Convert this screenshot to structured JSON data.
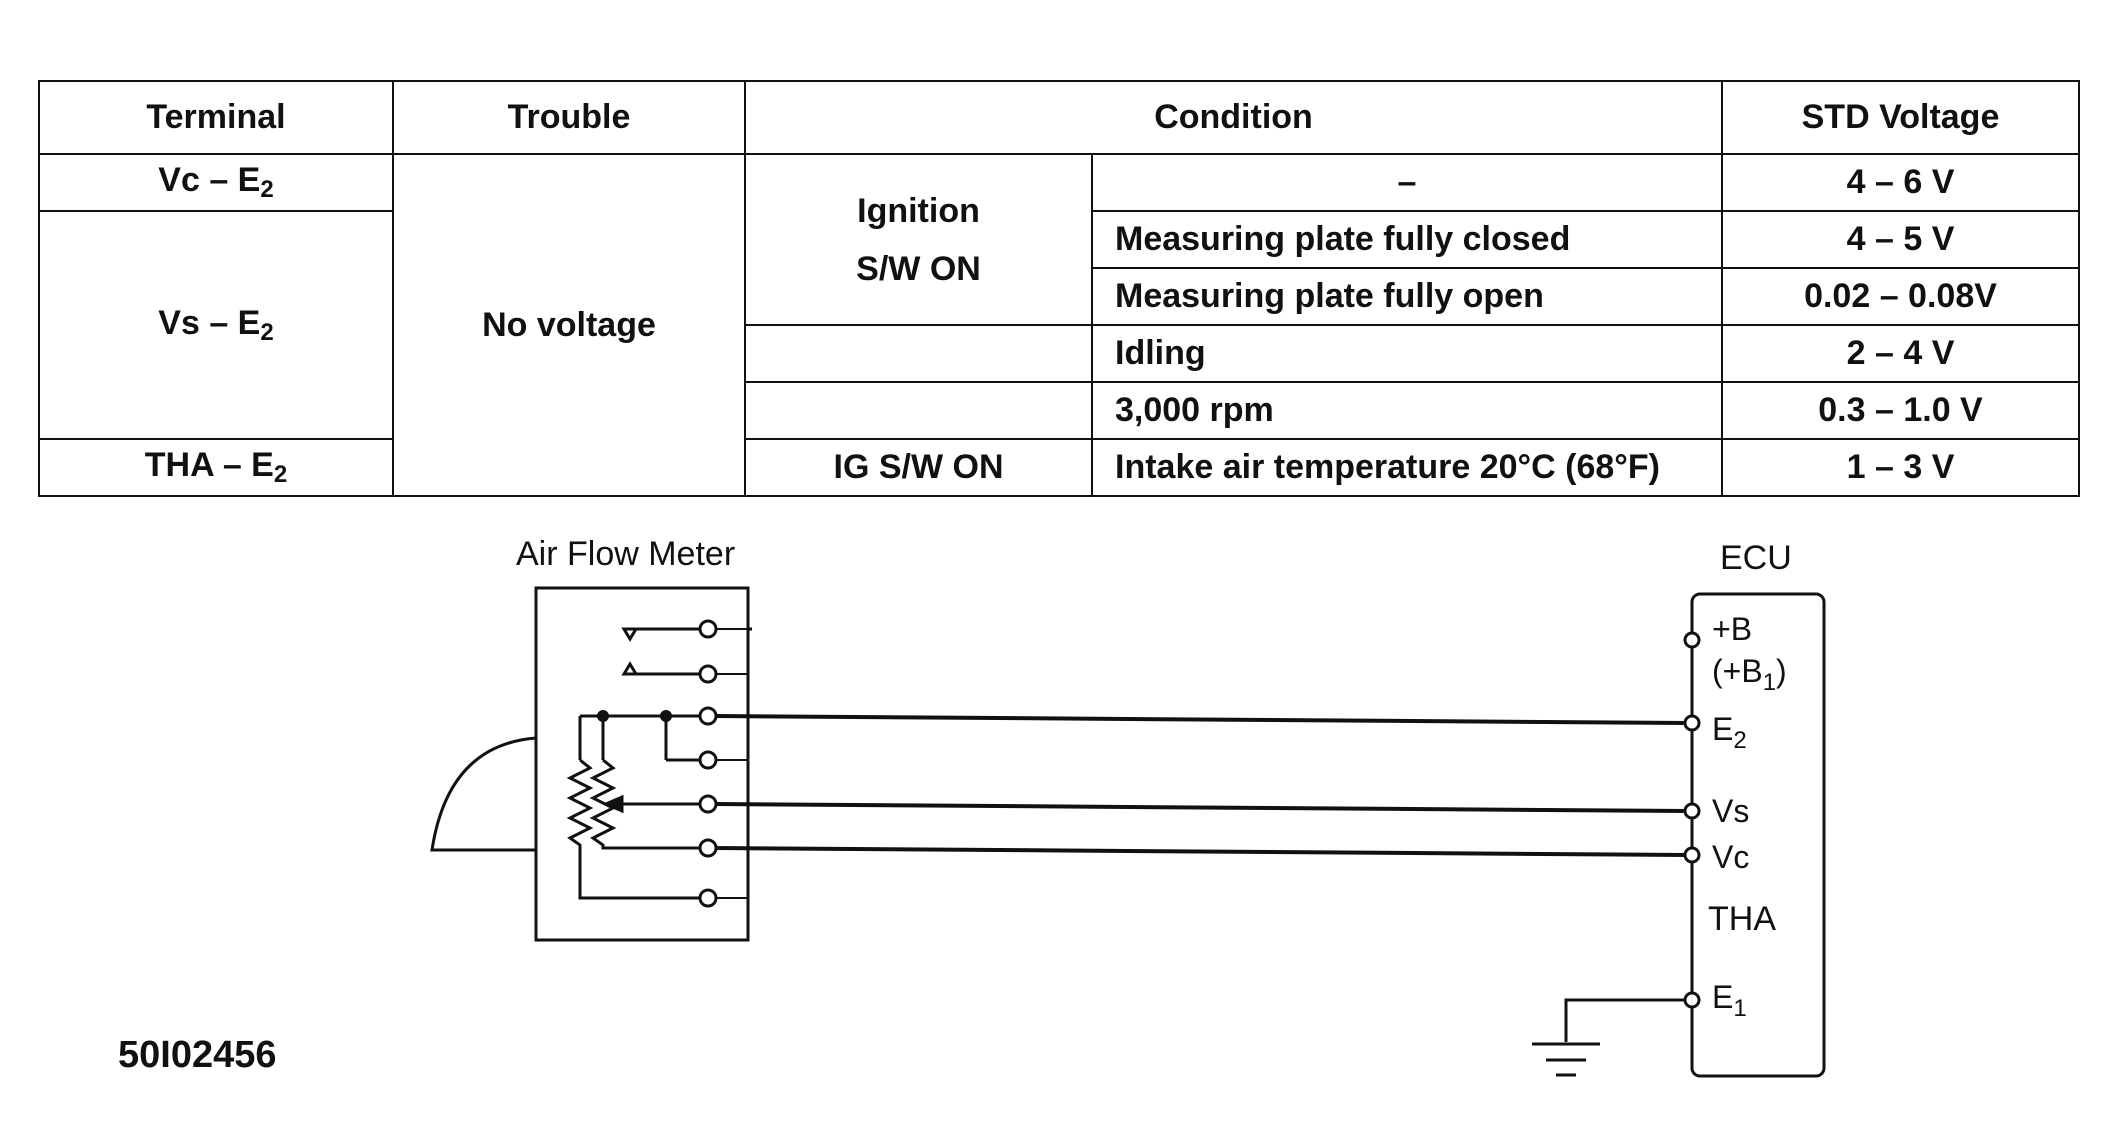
{
  "table": {
    "headers": {
      "terminal": "Terminal",
      "trouble": "Trouble",
      "condition": "Condition",
      "std_voltage": "STD Voltage"
    },
    "terminals": {
      "vc": {
        "main": "Vc – E",
        "sub": "2"
      },
      "vs": {
        "main": "Vs – E",
        "sub": "2"
      },
      "tha": {
        "main": "THA – E",
        "sub": "2"
      }
    },
    "trouble": "No voltage",
    "conditions": {
      "ignition_line1": "Ignition",
      "ignition_line2": "S/W ON",
      "dash": "–",
      "plate_closed": "Measuring plate fully closed",
      "plate_open": "Measuring plate fully open",
      "idling": "Idling",
      "rpm3000": "3,000 rpm",
      "ig_sw_on": "IG S/W ON",
      "intake_air": "Intake air temperature 20°C (68°F)"
    },
    "voltages": {
      "vc": "4 – 6 V",
      "plate_closed": "4 – 5 V",
      "plate_open": "0.02 – 0.08V",
      "idling": "2 – 4 V",
      "rpm3000": "0.3 – 1.0 V",
      "tha": "1 – 3 V"
    }
  },
  "diagram": {
    "air_flow_meter_label": "Air Flow Meter",
    "ecu_label": "ECU",
    "ecu_terminals": {
      "b_plus": "+B",
      "b1_open": "(+B",
      "b1_sub": "1",
      "b1_close": ")",
      "e2_main": "E",
      "e2_sub": "2",
      "vs": "Vs",
      "vc": "Vc",
      "tha": "THA",
      "e1_main": "E",
      "e1_sub": "1"
    }
  },
  "figure_id": "50I02456"
}
